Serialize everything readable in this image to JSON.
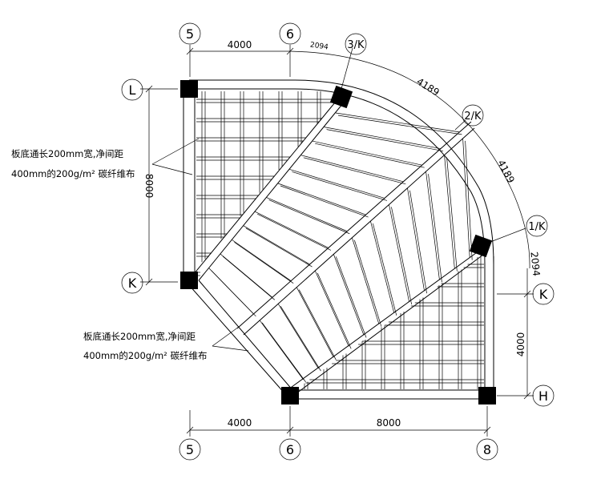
{
  "axes": {
    "top": [
      "5",
      "6",
      "3/K"
    ],
    "bottom": [
      "5",
      "6",
      "8"
    ],
    "left": [
      "L",
      "K"
    ],
    "right": [
      "K",
      "H"
    ],
    "diag": [
      "2/K",
      "1/K"
    ]
  },
  "dims": {
    "top_5_6": "4000",
    "arc_a": "2094",
    "arc_b": "4189",
    "arc_c": "4189",
    "arc_d": "2094",
    "left_L_K": "8000",
    "right_K_H": "4000",
    "bottom_5_6": "4000",
    "bottom_6_8": "8000"
  },
  "notes": {
    "note1_line1": "板底通长200mm宽,净间距",
    "note1_line2": "400mm的200g/m² 碳纤维布",
    "note2_line1": "板底通长200mm宽,净间距",
    "note2_line2": "400mm的200g/m² 碳纤维布"
  }
}
